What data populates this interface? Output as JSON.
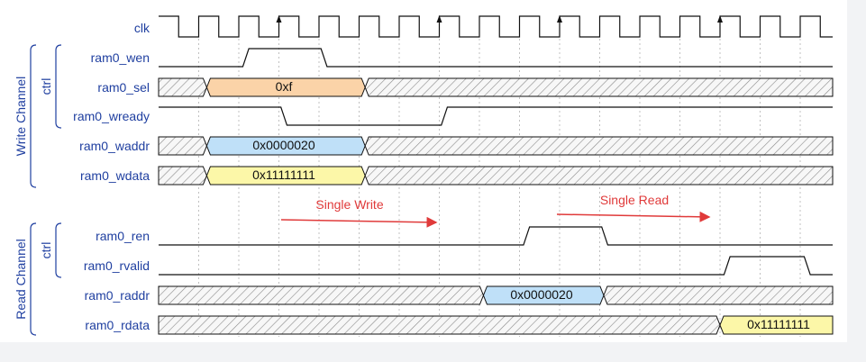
{
  "groups": [
    {
      "label": "Write Channel",
      "sub": "ctrl"
    },
    {
      "label": "Read Channel",
      "sub": "ctrl"
    }
  ],
  "signals": [
    {
      "name": "clk",
      "type": "clock"
    },
    {
      "name": "ram0_wen",
      "type": "bit",
      "wave": "0.1.0........."
    },
    {
      "name": "ram0_sel",
      "type": "bus",
      "values": [
        "0xf"
      ],
      "color": "#fbd3a8"
    },
    {
      "name": "ram0_wready",
      "type": "bit",
      "wave": "1..0..1......."
    },
    {
      "name": "ram0_waddr",
      "type": "bus",
      "values": [
        "0x0000020"
      ],
      "color": "#bfe0f8"
    },
    {
      "name": "ram0_wdata",
      "type": "bus",
      "values": [
        "0x11111111"
      ],
      "color": "#fcf7a8"
    },
    {
      "name": "ram0_ren",
      "type": "bit",
      "wave": "........1.0..."
    },
    {
      "name": "ram0_rvalid",
      "type": "bit",
      "wave": "...........1.0"
    },
    {
      "name": "ram0_raddr",
      "type": "bus",
      "values": [
        "0x0000020"
      ],
      "color": "#bfe0f8"
    },
    {
      "name": "ram0_rdata",
      "type": "bus",
      "values": [
        "0x11111111"
      ],
      "color": "#fcf7a8"
    }
  ],
  "annotations": [
    {
      "text": "Single Write",
      "color": "#e03a3a"
    },
    {
      "text": "Single Read",
      "color": "#e03a3a"
    }
  ],
  "colors": {
    "label": "#1f3fa0",
    "wire": "#111111",
    "grid": "#c0c0c0",
    "hatch": "#8a8a8a"
  }
}
